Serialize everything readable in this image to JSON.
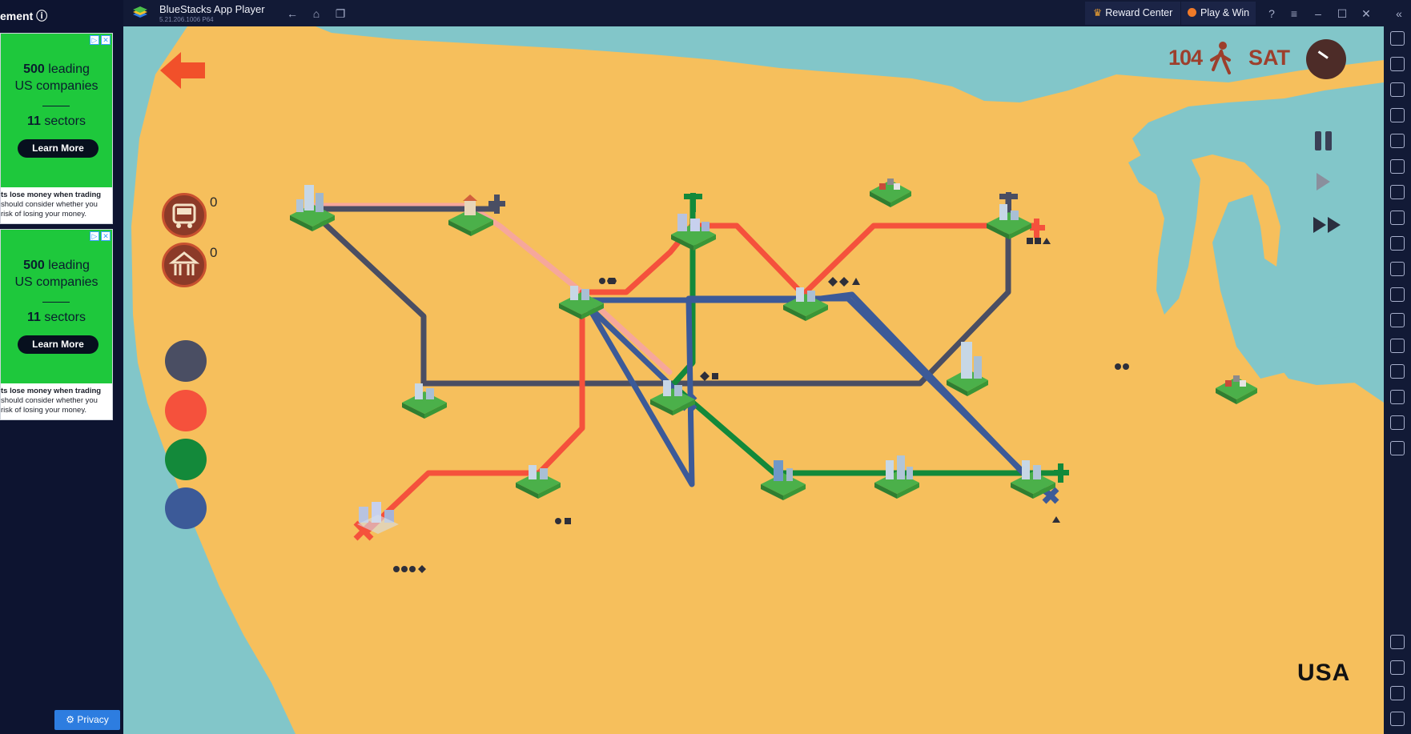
{
  "sidebar_ad": {
    "header": "ement",
    "ads": [
      {
        "line1_bold": "500",
        "line1_rest": " leading",
        "line2": "US companies",
        "line3_bold": "11",
        "line3_rest": " sectors",
        "cta": "Learn More",
        "disclaimer_1": "ts lose money when trading",
        "disclaimer_2": "should consider whether you",
        "disclaimer_3": "risk of losing your money."
      },
      {
        "line1_bold": "500",
        "line1_rest": " leading",
        "line2": "US companies",
        "line3_bold": "11",
        "line3_rest": " sectors",
        "cta": "Learn More",
        "disclaimer_1": "ts lose money when trading",
        "disclaimer_2": "should consider whether you",
        "disclaimer_3": "risk of losing your money."
      }
    ],
    "privacy_label": "Privacy"
  },
  "titlebar": {
    "app_name": "BlueStacks App Player",
    "version": "5.21.206.1006 P64",
    "reward_center": "Reward Center",
    "play_win": "Play & Win"
  },
  "game": {
    "passenger_count": "104",
    "day": "SAT",
    "bus_count": "0",
    "station_count": "0",
    "region": "USA",
    "line_colors": [
      "#4a4e63",
      "#f5513c",
      "#13893a",
      "#3c5a98"
    ],
    "land_color": "#f6bf5c",
    "water_color": "#82c6c9"
  }
}
